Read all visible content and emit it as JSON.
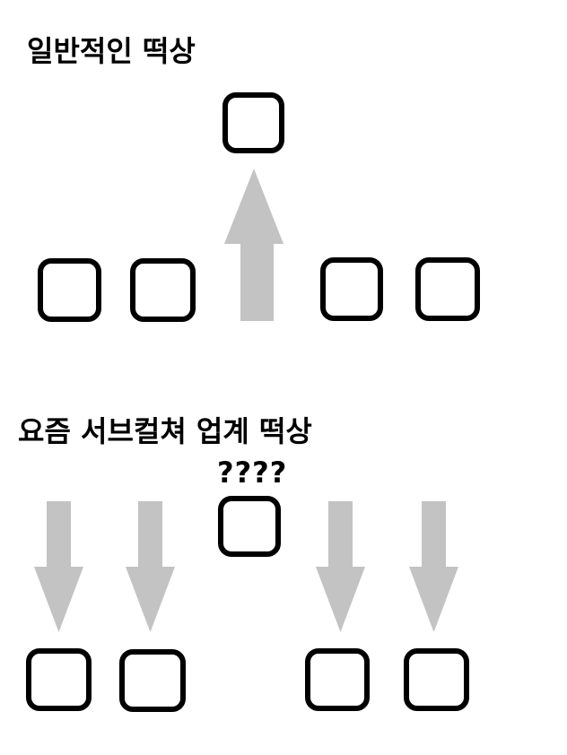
{
  "colors": {
    "background": "#ffffff",
    "outline": "#000000",
    "arrow": "#c3c3c3",
    "text": "#000000"
  },
  "section_top": {
    "title": "일반적인 떡상",
    "top_box_count": 1,
    "bottom_box_count": 4,
    "arrow_count": 1,
    "arrow_direction": "up"
  },
  "section_bottom": {
    "title": "요즘 서브컬쳐 업계 떡상",
    "question_label": "????",
    "top_box_count": 1,
    "bottom_box_count": 4,
    "arrow_count": 4,
    "arrow_direction": "down"
  }
}
